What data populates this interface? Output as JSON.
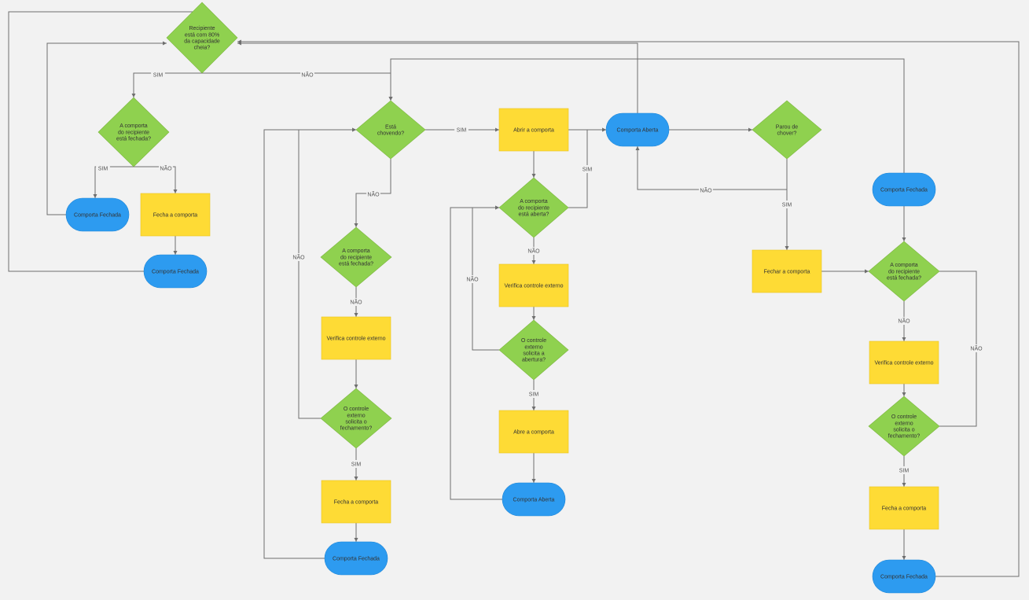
{
  "colors": {
    "background": "#f2f2f2",
    "decision": "#8fd14f",
    "process": "#fedb35",
    "terminal": "#2d9bf0",
    "connector": "#6e6e6e"
  },
  "nodes": [
    {
      "id": "d_full",
      "shape": "decision",
      "lines": [
        "Recipiente",
        "está com 80%",
        "da capacidade",
        "cheia?"
      ]
    },
    {
      "id": "d_closed_1",
      "shape": "decision",
      "lines": [
        "A comporta",
        "do recipiente",
        "está fechada?"
      ]
    },
    {
      "id": "t_closed_1",
      "shape": "terminal",
      "lines": [
        "Comporta Fechada"
      ]
    },
    {
      "id": "p_close_1",
      "shape": "process",
      "lines": [
        "Fecha a comporta"
      ]
    },
    {
      "id": "t_closed_2",
      "shape": "terminal",
      "lines": [
        "Comporta Fechada"
      ]
    },
    {
      "id": "d_rain",
      "shape": "decision",
      "lines": [
        "Está",
        "chovendo?"
      ]
    },
    {
      "id": "d_closed_2",
      "shape": "decision",
      "lines": [
        "A comporta",
        "do recipiente",
        "está fechada?"
      ]
    },
    {
      "id": "p_check_1",
      "shape": "process",
      "lines": [
        "Verifica controle externo"
      ]
    },
    {
      "id": "d_req_close_1",
      "shape": "decision",
      "lines": [
        "O controle",
        "externo",
        "solicita o",
        "fechamento?"
      ]
    },
    {
      "id": "p_close_2",
      "shape": "process",
      "lines": [
        "Fecha a comporta"
      ]
    },
    {
      "id": "t_closed_3",
      "shape": "terminal",
      "lines": [
        "Comporta Fechada"
      ]
    },
    {
      "id": "p_open_1",
      "shape": "process",
      "lines": [
        "Abrir a comporta"
      ]
    },
    {
      "id": "d_open_1",
      "shape": "decision",
      "lines": [
        "A comporta",
        "do recipiente",
        "está aberta?"
      ]
    },
    {
      "id": "p_check_2",
      "shape": "process",
      "lines": [
        "Verifica controle externo"
      ]
    },
    {
      "id": "d_req_open",
      "shape": "decision",
      "lines": [
        "O controle",
        "externo",
        "solicita a",
        "abertura?"
      ]
    },
    {
      "id": "p_open_2",
      "shape": "process",
      "lines": [
        "Abre a comporta"
      ]
    },
    {
      "id": "t_open_1",
      "shape": "terminal",
      "lines": [
        "Comporta Aberta"
      ]
    },
    {
      "id": "t_open_2",
      "shape": "terminal",
      "lines": [
        "Comporta Aberta"
      ]
    },
    {
      "id": "d_stop_rain",
      "shape": "decision",
      "lines": [
        "Parou de",
        "chover?"
      ]
    },
    {
      "id": "p_close_3",
      "shape": "process",
      "lines": [
        "Fechar a comporta"
      ]
    },
    {
      "id": "t_closed_4",
      "shape": "terminal",
      "lines": [
        "Comporta Fechada"
      ]
    },
    {
      "id": "d_closed_3",
      "shape": "decision",
      "lines": [
        "A comporta",
        "do recipiente",
        "está fechada?"
      ]
    },
    {
      "id": "p_check_3",
      "shape": "process",
      "lines": [
        "Verifica controle externo"
      ]
    },
    {
      "id": "d_req_close_2",
      "shape": "decision",
      "lines": [
        "O controle",
        "externo",
        "solicita o",
        "fechamento?"
      ]
    },
    {
      "id": "p_close_4",
      "shape": "process",
      "lines": [
        "Fecha a comporta"
      ]
    },
    {
      "id": "t_closed_5",
      "shape": "terminal",
      "lines": [
        "Comporta Fechada"
      ]
    }
  ],
  "edges": [
    {
      "id": "e_full_sim",
      "label": "SIM"
    },
    {
      "id": "e_full_nao",
      "label": "NÃO"
    },
    {
      "id": "e_closed1_sim",
      "label": "SIM"
    },
    {
      "id": "e_closed1_nao",
      "label": "NÃO"
    },
    {
      "id": "e_t1_back",
      "label": ""
    },
    {
      "id": "e_p1_t2",
      "label": ""
    },
    {
      "id": "e_t2_back",
      "label": ""
    },
    {
      "id": "e_rain_sim",
      "label": "SIM"
    },
    {
      "id": "e_rain_nao",
      "label": "NÃO"
    },
    {
      "id": "e_closed2_nao",
      "label": "NÃO"
    },
    {
      "id": "e_check1",
      "label": ""
    },
    {
      "id": "e_req1_sim",
      "label": "SIM"
    },
    {
      "id": "e_req1_nao",
      "label": "NÃO"
    },
    {
      "id": "e_p2_t3",
      "label": ""
    },
    {
      "id": "e_t3_back",
      "label": ""
    },
    {
      "id": "e_open1_p",
      "label": ""
    },
    {
      "id": "e_open1_to_t",
      "label": ""
    },
    {
      "id": "e_dopen_sim",
      "label": "SIM"
    },
    {
      "id": "e_dopen_nao",
      "label": "NÃO"
    },
    {
      "id": "e_check2",
      "label": ""
    },
    {
      "id": "e_reqopen_sim",
      "label": "SIM"
    },
    {
      "id": "e_reqopen_nao",
      "label": "NÃO"
    },
    {
      "id": "e_p_open2_t",
      "label": ""
    },
    {
      "id": "e_t_open1_back",
      "label": ""
    },
    {
      "id": "e_topen2_stop",
      "label": ""
    },
    {
      "id": "e_topen2_full",
      "label": ""
    },
    {
      "id": "e_stop_nao",
      "label": "NÃO"
    },
    {
      "id": "e_stop_sim",
      "label": "SIM"
    },
    {
      "id": "e_p3_closed3",
      "label": ""
    },
    {
      "id": "e_t4_top",
      "label": ""
    },
    {
      "id": "e_t4_closed3",
      "label": ""
    },
    {
      "id": "e_closed3_nao",
      "label": "NÃO"
    },
    {
      "id": "e_closed3_loop",
      "label": "NÃO"
    },
    {
      "id": "e_check3",
      "label": ""
    },
    {
      "id": "e_req2_sim",
      "label": "SIM"
    },
    {
      "id": "e_p4_t5",
      "label": ""
    },
    {
      "id": "e_t5_back",
      "label": ""
    }
  ]
}
